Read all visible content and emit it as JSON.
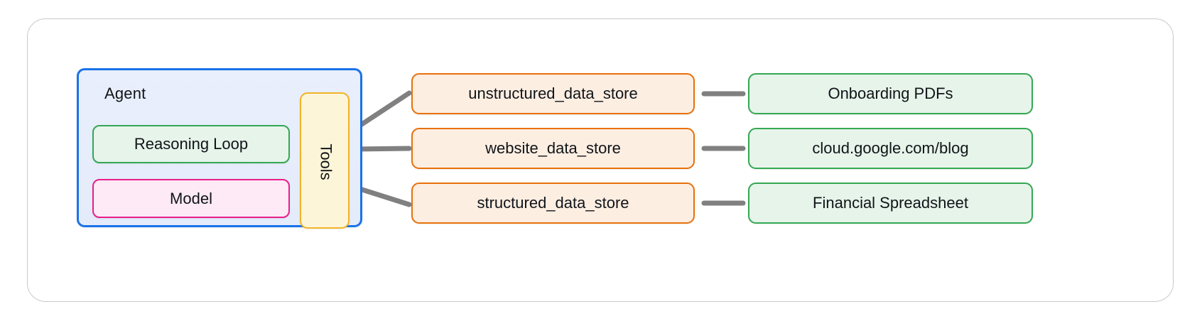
{
  "diagram": {
    "agent": {
      "title": "Agent",
      "border_color": "#1a73e8",
      "fill_color": "#e8eefc",
      "components": [
        {
          "label": "Reasoning Loop",
          "border_color": "#34a853",
          "fill_color": "#e6f4ea"
        },
        {
          "label": "Model",
          "border_color": "#e91e8c",
          "fill_color": "#fdeaf6"
        }
      ],
      "tools": {
        "label": "Tools",
        "border_color": "#f0b429",
        "fill_color": "#fdf5d8",
        "orientation": "vertical"
      }
    },
    "data_stores": [
      {
        "label": "unstructured_data_store",
        "border_color": "#e8710a",
        "fill_color": "#fdeee2"
      },
      {
        "label": "website_data_store",
        "border_color": "#e8710a",
        "fill_color": "#fdeee2"
      },
      {
        "label": "structured_data_store",
        "border_color": "#e8710a",
        "fill_color": "#fdeee2"
      }
    ],
    "sources": [
      {
        "label": "Onboarding PDFs",
        "border_color": "#34a853",
        "fill_color": "#e6f4ea"
      },
      {
        "label": "cloud.google.com/blog",
        "border_color": "#34a853",
        "fill_color": "#e6f4ea"
      },
      {
        "label": "Financial Spreadsheet",
        "border_color": "#34a853",
        "fill_color": "#e6f4ea"
      }
    ],
    "connector_color": "#808080",
    "frame_border_color": "#c9c9c9"
  }
}
